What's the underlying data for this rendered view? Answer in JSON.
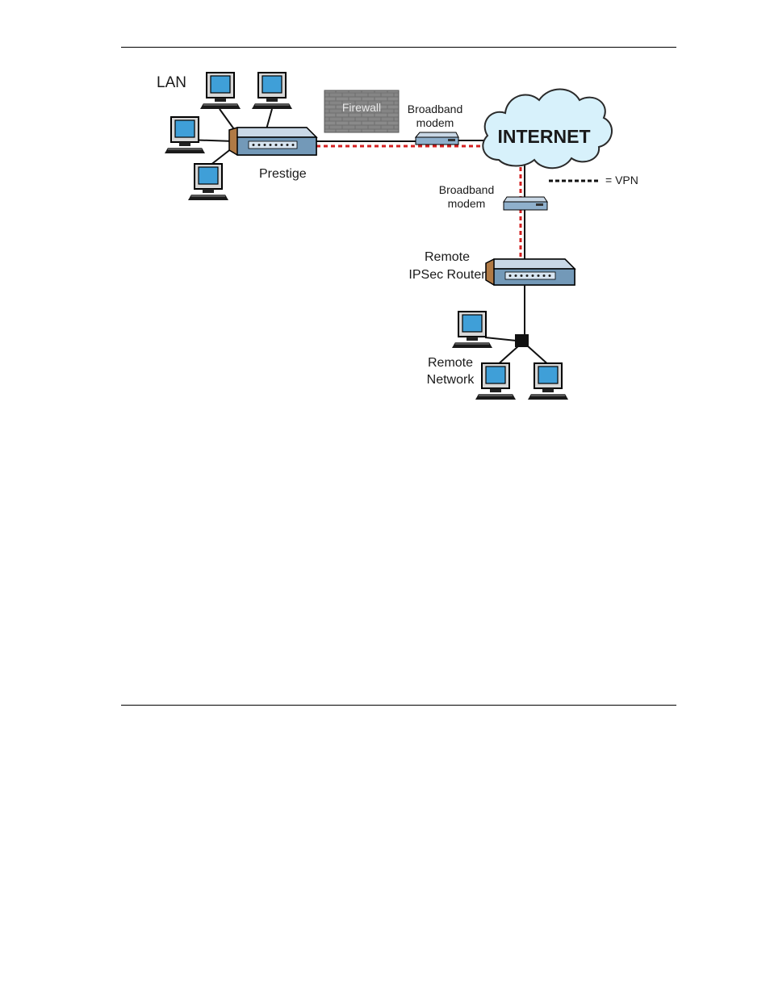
{
  "labels": {
    "lan": "LAN",
    "firewall": "Firewall",
    "modem_top_line1": "Broadband",
    "modem_top_line2": "modem",
    "internet": "INTERNET",
    "prestige": "Prestige",
    "vpn_legend": "= VPN",
    "modem_right_line1": "Broadband",
    "modem_right_line2": "modem",
    "remote_router_line1": "Remote",
    "remote_router_line2": "IPSec Router",
    "remote_network_line1": "Remote",
    "remote_network_line2": "Network"
  },
  "colors": {
    "vpn": "#d42020",
    "screen": "#3f9fd8",
    "device_front": "#7399b8",
    "device_top": "#c9d8e6",
    "device_side": "#b07a45",
    "firewall_brick": "#7a7a7a"
  }
}
